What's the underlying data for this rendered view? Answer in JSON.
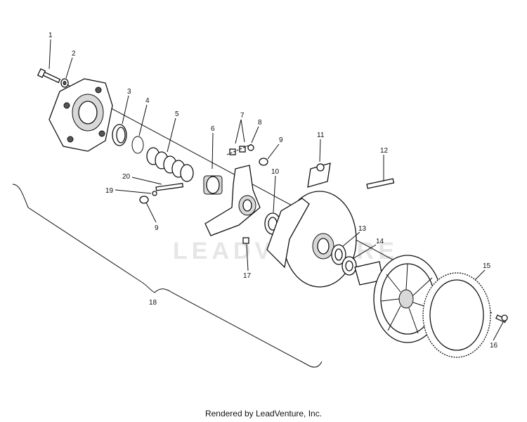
{
  "watermark": "LEADVENTURE",
  "footer": "Rendered by LeadVenture, Inc.",
  "callouts": {
    "c1": "1",
    "c2": "2",
    "c3": "3",
    "c4": "4",
    "c5": "5",
    "c6": "6",
    "c7": "7",
    "c8": "8",
    "c9a": "9",
    "c9b": "9",
    "c10": "10",
    "c11": "11",
    "c12": "12",
    "c13": "13",
    "c14": "14",
    "c15": "15",
    "c16": "16",
    "c17": "17",
    "c18": "18",
    "c19": "19",
    "c20": "20"
  }
}
